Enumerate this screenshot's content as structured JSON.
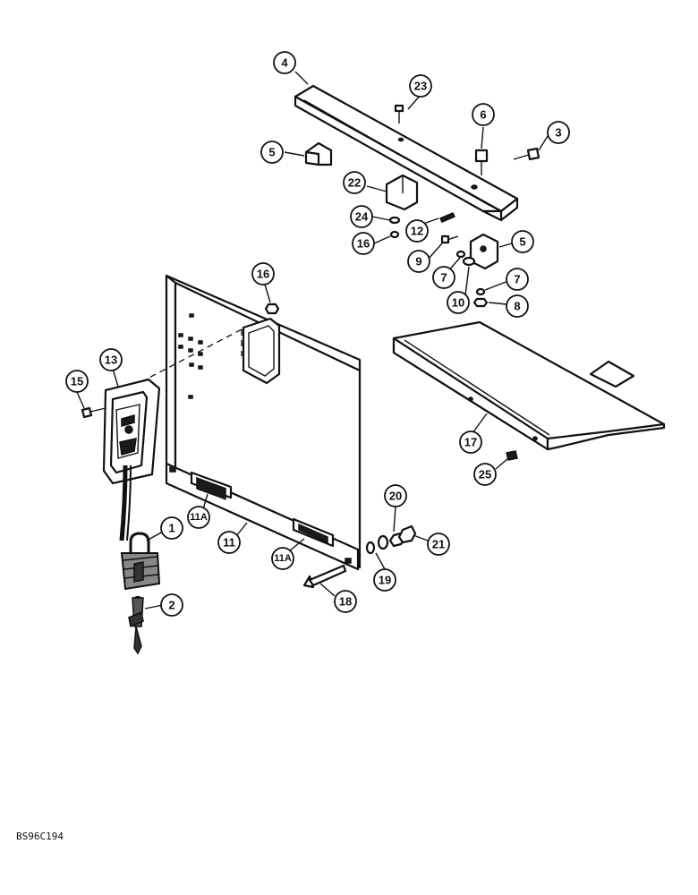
{
  "figure": {
    "reference_code": "BS96C194"
  },
  "callouts": [
    {
      "id": "c1",
      "label": "1"
    },
    {
      "id": "c2",
      "label": "2"
    },
    {
      "id": "c3",
      "label": "3"
    },
    {
      "id": "c4",
      "label": "4"
    },
    {
      "id": "c5a",
      "label": "5"
    },
    {
      "id": "c5b",
      "label": "5"
    },
    {
      "id": "c6",
      "label": "6"
    },
    {
      "id": "c7a",
      "label": "7"
    },
    {
      "id": "c7b",
      "label": "7"
    },
    {
      "id": "c8",
      "label": "8"
    },
    {
      "id": "c9",
      "label": "9"
    },
    {
      "id": "c10",
      "label": "10"
    },
    {
      "id": "c11",
      "label": "11"
    },
    {
      "id": "c11a1",
      "label": "11A"
    },
    {
      "id": "c11a2",
      "label": "11A"
    },
    {
      "id": "c12",
      "label": "12"
    },
    {
      "id": "c13",
      "label": "13"
    },
    {
      "id": "c15",
      "label": "15"
    },
    {
      "id": "c16a",
      "label": "16"
    },
    {
      "id": "c16b",
      "label": "16"
    },
    {
      "id": "c17",
      "label": "17"
    },
    {
      "id": "c18",
      "label": "18"
    },
    {
      "id": "c19",
      "label": "19"
    },
    {
      "id": "c20",
      "label": "20"
    },
    {
      "id": "c21",
      "label": "21"
    },
    {
      "id": "c22",
      "label": "22"
    },
    {
      "id": "c23",
      "label": "23"
    },
    {
      "id": "c24",
      "label": "24"
    },
    {
      "id": "c25",
      "label": "25"
    }
  ]
}
